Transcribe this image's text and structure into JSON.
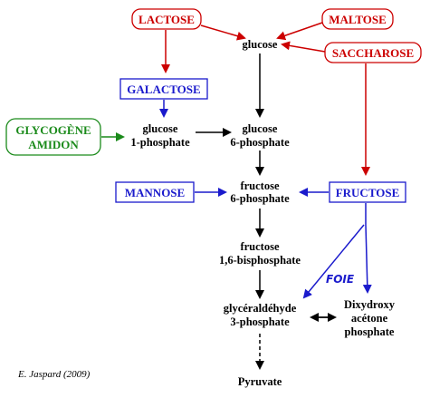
{
  "colors": {
    "red": "#cc0000",
    "blue": "#1a1acc",
    "green": "#1a8a1a",
    "black": "#000000"
  },
  "sources": {
    "lactose": "LACTOSE",
    "maltose": "MALTOSE",
    "saccharose": "SACCHAROSE",
    "galactose": "GALACTOSE",
    "glycogen_line1": "GLYCOGÈNE",
    "glycogen_line2": "AMIDON",
    "mannose": "MANNOSE",
    "fructose": "FRUCTOSE"
  },
  "metabolites": {
    "glucose": "glucose",
    "g1p_line1": "glucose",
    "g1p_line2": "1-phosphate",
    "g6p_line1": "glucose",
    "g6p_line2": "6-phosphate",
    "f6p_line1": "fructose",
    "f6p_line2": "6-phosphate",
    "f16bp_line1": "fructose",
    "f16bp_line2": "1,6-bisphosphate",
    "g3p_line1": "glycéraldéhyde",
    "g3p_line2": "3-phosphate",
    "dhap_line1": "Dixydroxy",
    "dhap_line2": "acétone",
    "dhap_line3": "phosphate",
    "pyruvate": "Pyruvate"
  },
  "annotations": {
    "foie": "FOIE",
    "credit": "E. Jaspard (2009)"
  }
}
